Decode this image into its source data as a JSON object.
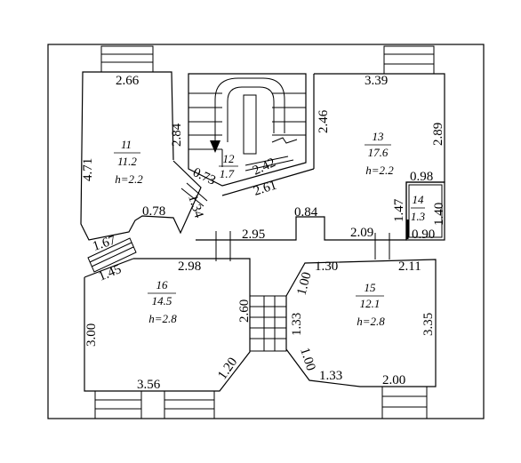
{
  "rooms": {
    "r11": {
      "number": "11",
      "area": "11.2",
      "height": "h=2.2"
    },
    "r12": {
      "number": "12",
      "area": "1.7"
    },
    "r13": {
      "number": "13",
      "area": "17.6",
      "height": "h=2.2"
    },
    "r14": {
      "number": "14",
      "area": "1.3"
    },
    "r15": {
      "number": "15",
      "area": "12.1",
      "height": "h=2.8"
    },
    "r16": {
      "number": "16",
      "area": "14.5",
      "height": "h=2.8"
    }
  },
  "dimensions": {
    "d266": "2.66",
    "d471": "4.71",
    "d284": "2.84",
    "d073": "0.73",
    "d242": "2.42",
    "d261": "2.61",
    "d246": "2.46",
    "d339": "3.39",
    "d289": "2.89",
    "d098": "0.98",
    "d140": "1.40",
    "d147": "1.47",
    "d090": "0.90",
    "d078": "0.78",
    "d134": "1.34",
    "d084": "0.84",
    "d295": "2.95",
    "d209": "2.09",
    "d167": "1.67",
    "d145": "1.45",
    "d298": "2.98",
    "d130": "1.30",
    "d211": "2.11",
    "d100a": "1.00",
    "d133a": "1.33",
    "d260": "2.60",
    "d300": "3.00",
    "d335": "3.35",
    "d100b": "1.00",
    "d133b": "1.33",
    "d120": "1.20",
    "d356": "3.56",
    "d200": "2.00"
  }
}
